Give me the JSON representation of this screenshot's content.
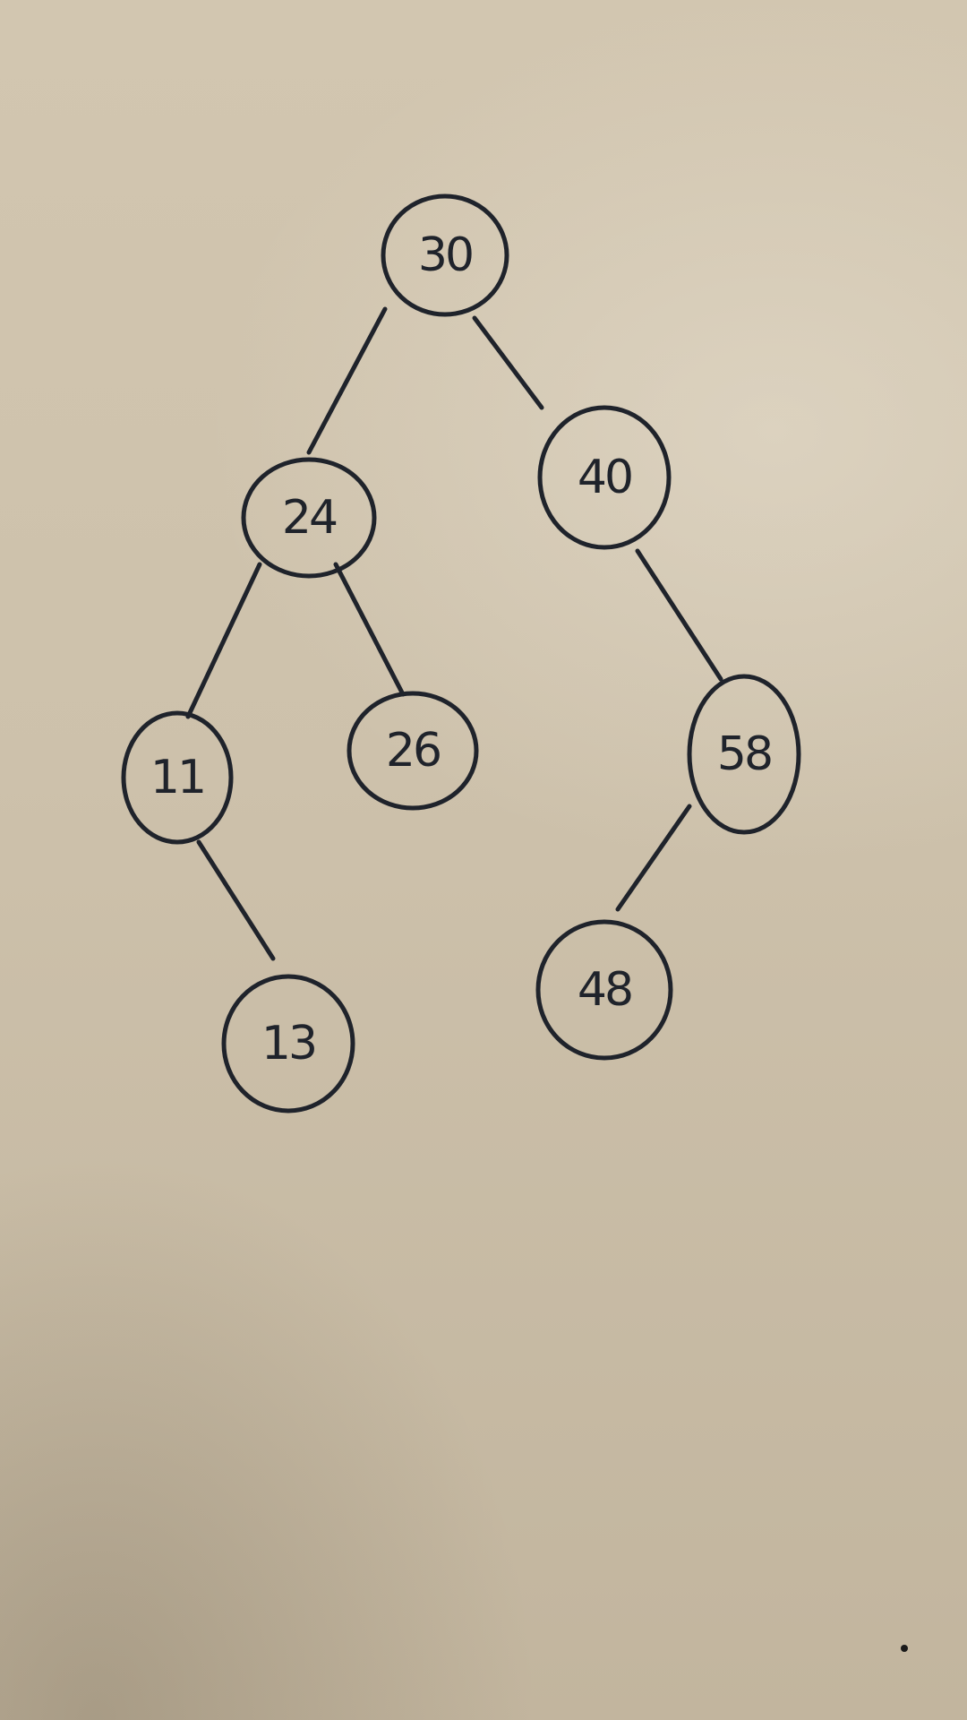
{
  "tree": {
    "nodes": [
      {
        "id": "n30",
        "label": "30"
      },
      {
        "id": "n24",
        "label": "24"
      },
      {
        "id": "n40",
        "label": "40"
      },
      {
        "id": "n11",
        "label": "11"
      },
      {
        "id": "n26",
        "label": "26"
      },
      {
        "id": "n58",
        "label": "58"
      },
      {
        "id": "n13",
        "label": "13"
      },
      {
        "id": "n48",
        "label": "48"
      }
    ],
    "edges": [
      {
        "from": "n30",
        "to": "n24"
      },
      {
        "from": "n30",
        "to": "n40"
      },
      {
        "from": "n24",
        "to": "n11"
      },
      {
        "from": "n24",
        "to": "n26"
      },
      {
        "from": "n11",
        "to": "n13"
      },
      {
        "from": "n40",
        "to": "n58"
      },
      {
        "from": "n58",
        "to": "n48"
      }
    ]
  },
  "colors": {
    "ink": "#1f232b",
    "paper": "#cbbfa9"
  }
}
